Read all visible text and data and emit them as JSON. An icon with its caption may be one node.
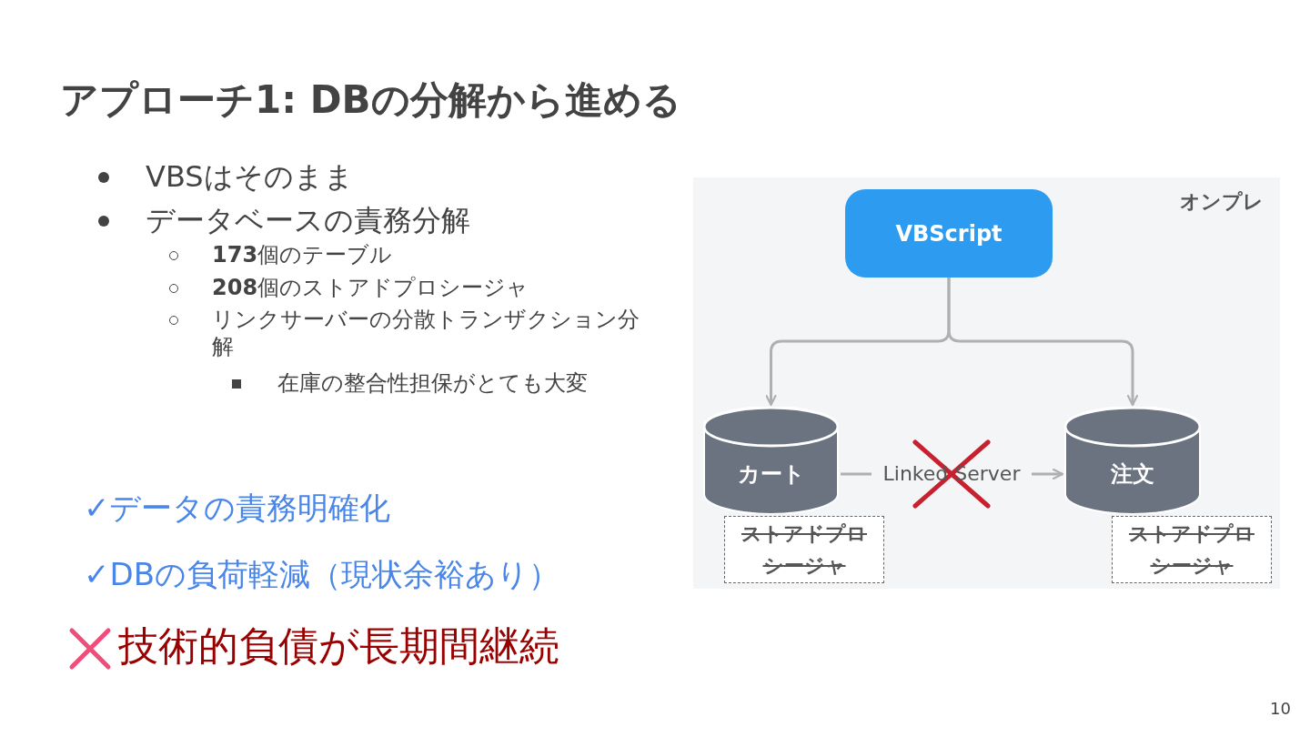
{
  "diagram": {
    "title": "アプローチ1: DBの分解から進める",
    "nodes": [
      {
        "text": [
          "オンプレ"
        ]
      },
      {
        "text": [
          "VBScript"
        ],
        "in": 0
      },
      {
        "text": [
          "カート"
        ],
        "in": 0
      },
      {
        "text": [
          "注文"
        ],
        "in": 0
      },
      {
        "text": [
          "ストアドプロシージャ"
        ],
        "in": 0
      },
      {
        "text": [
          "ストアドプロシージャ"
        ],
        "in": 0
      }
    ],
    "edges": [
      {
        "from": 1,
        "to": 2,
        "arrow": "to"
      },
      {
        "from": 1,
        "to": 3,
        "arrow": "to"
      },
      {
        "from": 2,
        "to": 3,
        "arrow": "to",
        "label": "Linked Server"
      }
    ],
    "labels": [
      "VBSはそのまま",
      "データベースの責務分解",
      "**173**個のテーブル",
      "**208**個のストアドプロシージャ",
      "リンクサーバーの分散トランザクション分解",
      "在庫の整合性担保がとても大変",
      "✓データの責務明確化",
      "✓DBの負荷軽減（現状余裕あり）",
      "技術的負債が長期間継続",
      "10"
    ]
  }
}
